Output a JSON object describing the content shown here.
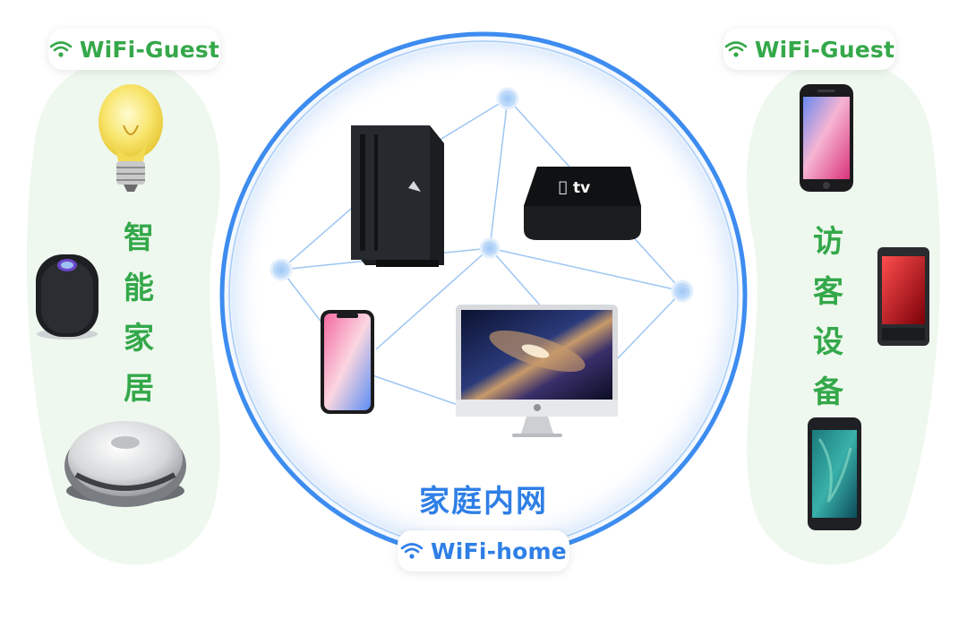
{
  "left_group": {
    "wifi_label": "WiFi-Guest",
    "title_chars": [
      "智",
      "能",
      "家",
      "居"
    ],
    "devices": [
      "light-bulb",
      "smart-speaker",
      "robot-vacuum"
    ]
  },
  "right_group": {
    "wifi_label": "WiFi-Guest",
    "title_chars": [
      "访",
      "客",
      "设",
      "备"
    ],
    "devices": [
      "iphone-8",
      "red-android-phone",
      "pixel-phone"
    ]
  },
  "center_group": {
    "title": "家庭内网",
    "wifi_label": "WiFi-home",
    "devices": [
      "game-console",
      "tv-box",
      "iphone-x",
      "imac"
    ],
    "tv_box_text": "tv"
  },
  "colors": {
    "green": "#34a84a",
    "blue": "#2f7fe6",
    "side_panel": "#eef8ee",
    "ring": "#3d8cf0"
  }
}
